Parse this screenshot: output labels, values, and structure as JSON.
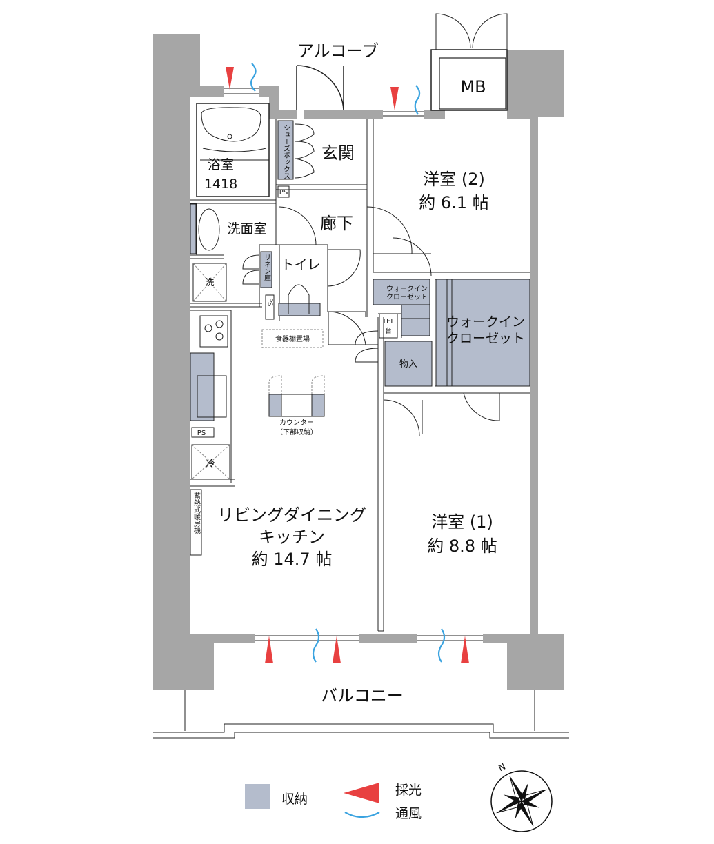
{
  "plan": {
    "alcove": "アルコーブ",
    "mb": "MB",
    "balcony": "バルコニー",
    "rooms": {
      "bath": {
        "name": "浴室",
        "size": "1418"
      },
      "entrance": "玄関",
      "shoe_box": "シューズボックス",
      "corridor": "廊下",
      "washroom": "洗面室",
      "washer": "洗",
      "linen": "リネン庫",
      "toilet": "トイレ",
      "ps": "PS",
      "dish_shelf": "食器棚置場",
      "counter": "カウンター",
      "counter_note": "（下部収納）",
      "fridge": "冷",
      "heater": "蓄熱式暖房機",
      "ldk": {
        "name1": "リビングダイニング",
        "name2": "キッチン",
        "size": "約 14.7 帖"
      },
      "western2": {
        "name": "洋室 (2)",
        "size": "約 6.1 帖"
      },
      "western1": {
        "name": "洋室 (1)",
        "size": "約 8.8 帖"
      },
      "wic_small": {
        "line1": "ウォークイン",
        "line2": "クローゼット"
      },
      "wic_large": {
        "line1": "ウォークイン",
        "line2": "クローゼット"
      },
      "tel": {
        "line1": "TEL",
        "line2": "台"
      },
      "storage": "物入"
    }
  },
  "legend": {
    "storage": "収納",
    "light": "採光",
    "ventilation": "通風",
    "north": "N",
    "storage_color": "#b4bccc",
    "light_color": "#e84040",
    "wind_color": "#3aa3e0"
  }
}
